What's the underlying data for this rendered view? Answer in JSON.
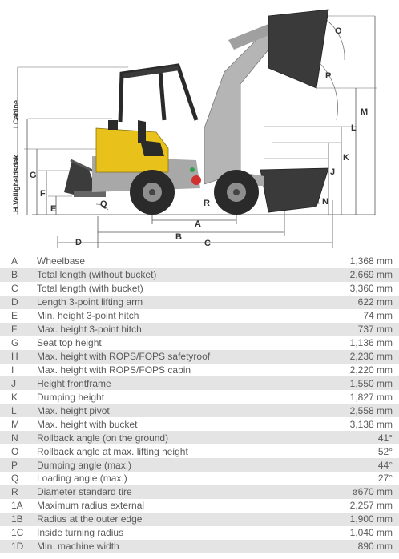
{
  "diagram": {
    "labels": {
      "A": "A",
      "B": "B",
      "C": "C",
      "D": "D",
      "E": "E",
      "F": "F",
      "G": "G",
      "H_full": "H Veiligheidsdak",
      "I_full": "I Cabine",
      "J": "J",
      "K": "K",
      "L": "L",
      "M": "M",
      "N": "N",
      "O": "O",
      "P": "P",
      "Q": "Q",
      "R": "R"
    },
    "colors": {
      "body": "#e8c21a",
      "frame": "#a8a8a8",
      "dark": "#2a2a2a",
      "line": "#555555"
    }
  },
  "specs": [
    {
      "code": "A",
      "label": "Wheelbase",
      "value": "1,368 mm"
    },
    {
      "code": "B",
      "label": "Total length (without bucket)",
      "value": "2,669 mm"
    },
    {
      "code": "C",
      "label": "Total length (with bucket)",
      "value": "3,360 mm"
    },
    {
      "code": "D",
      "label": "Length 3-point lifting arm",
      "value": "622 mm"
    },
    {
      "code": "E",
      "label": "Min. height 3-point hitch",
      "value": "74 mm"
    },
    {
      "code": "F",
      "label": "Max. height 3-point hitch",
      "value": "737 mm"
    },
    {
      "code": "G",
      "label": "Seat top height",
      "value": "1,136 mm"
    },
    {
      "code": "H",
      "label": "Max. height with ROPS/FOPS safetyroof",
      "value": "2,230 mm"
    },
    {
      "code": "I",
      "label": "Max. height with ROPS/FOPS cabin",
      "value": "2,220 mm"
    },
    {
      "code": "J",
      "label": "Height frontframe",
      "value": "1,550 mm"
    },
    {
      "code": "K",
      "label": "Dumping height",
      "value": "1,827 mm"
    },
    {
      "code": "L",
      "label": "Max. height pivot",
      "value": "2,558 mm"
    },
    {
      "code": "M",
      "label": "Max. height with bucket",
      "value": "3,138 mm"
    },
    {
      "code": "N",
      "label": "Rollback angle (on the ground)",
      "value": "41°"
    },
    {
      "code": "O",
      "label": "Rollback angle at max. lifting height",
      "value": "52°"
    },
    {
      "code": "P",
      "label": "Dumping angle (max.)",
      "value": "44°"
    },
    {
      "code": "Q",
      "label": "Loading angle (max.)",
      "value": "27°"
    },
    {
      "code": "R",
      "label": "Diameter standard tire",
      "value": "ø670 mm"
    },
    {
      "code": "1A",
      "label": "Maximum radius external",
      "value": "2,257 mm"
    },
    {
      "code": "1B",
      "label": "Radius at the outer edge",
      "value": "1,900 mm"
    },
    {
      "code": "1C",
      "label": "Inside turning radius",
      "value": "1,040 mm"
    },
    {
      "code": "1D",
      "label": "Min. machine width",
      "value": "890 mm"
    }
  ]
}
